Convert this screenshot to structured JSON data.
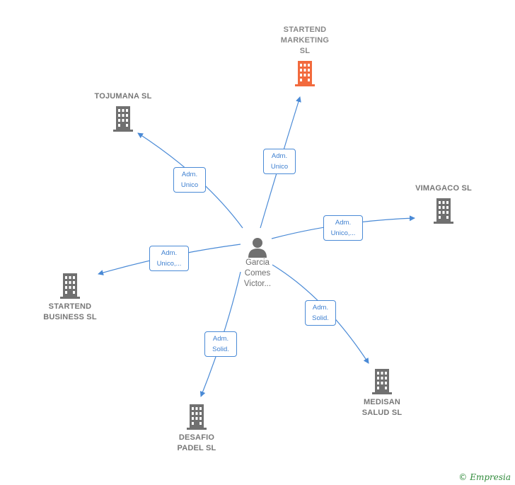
{
  "colors": {
    "edge": "#4a8ad6",
    "building_default": "#707070",
    "building_highlight": "#f26a3d",
    "person_icon": "#707070"
  },
  "center": {
    "icon": "person-icon",
    "name_lines": [
      "Garcia",
      "Comes",
      "Victor..."
    ]
  },
  "companies": {
    "startend_marketing": {
      "lines": [
        "STARTEND",
        "MARKETING",
        "SL"
      ],
      "icon": "building-icon",
      "highlight": true
    },
    "tojumana": {
      "lines": [
        "TOJUMANA  SL"
      ],
      "icon": "building-icon"
    },
    "vimagaco": {
      "lines": [
        "VIMAGACO  SL"
      ],
      "icon": "building-icon"
    },
    "startend_business": {
      "lines": [
        "STARTEND",
        "BUSINESS  SL"
      ],
      "icon": "building-icon"
    },
    "desafio_padel": {
      "lines": [
        "DESAFIO",
        "PADEL  SL"
      ],
      "icon": "building-icon"
    },
    "medisan_salud": {
      "lines": [
        "MEDISAN",
        "SALUD  SL"
      ],
      "icon": "building-icon"
    }
  },
  "relations": {
    "to_startend_marketing": [
      "Adm.",
      "Unico"
    ],
    "to_tojumana": [
      "Adm.",
      "Unico"
    ],
    "to_vimagaco": [
      "Adm.",
      "Unico,..."
    ],
    "to_startend_business": [
      "Adm.",
      "Unico,..."
    ],
    "to_desafio_padel": [
      "Adm.",
      "Solid."
    ],
    "to_medisan_salud": [
      "Adm.",
      "Solid."
    ]
  },
  "watermark": {
    "symbol": "©",
    "brand": "Empresia"
  }
}
